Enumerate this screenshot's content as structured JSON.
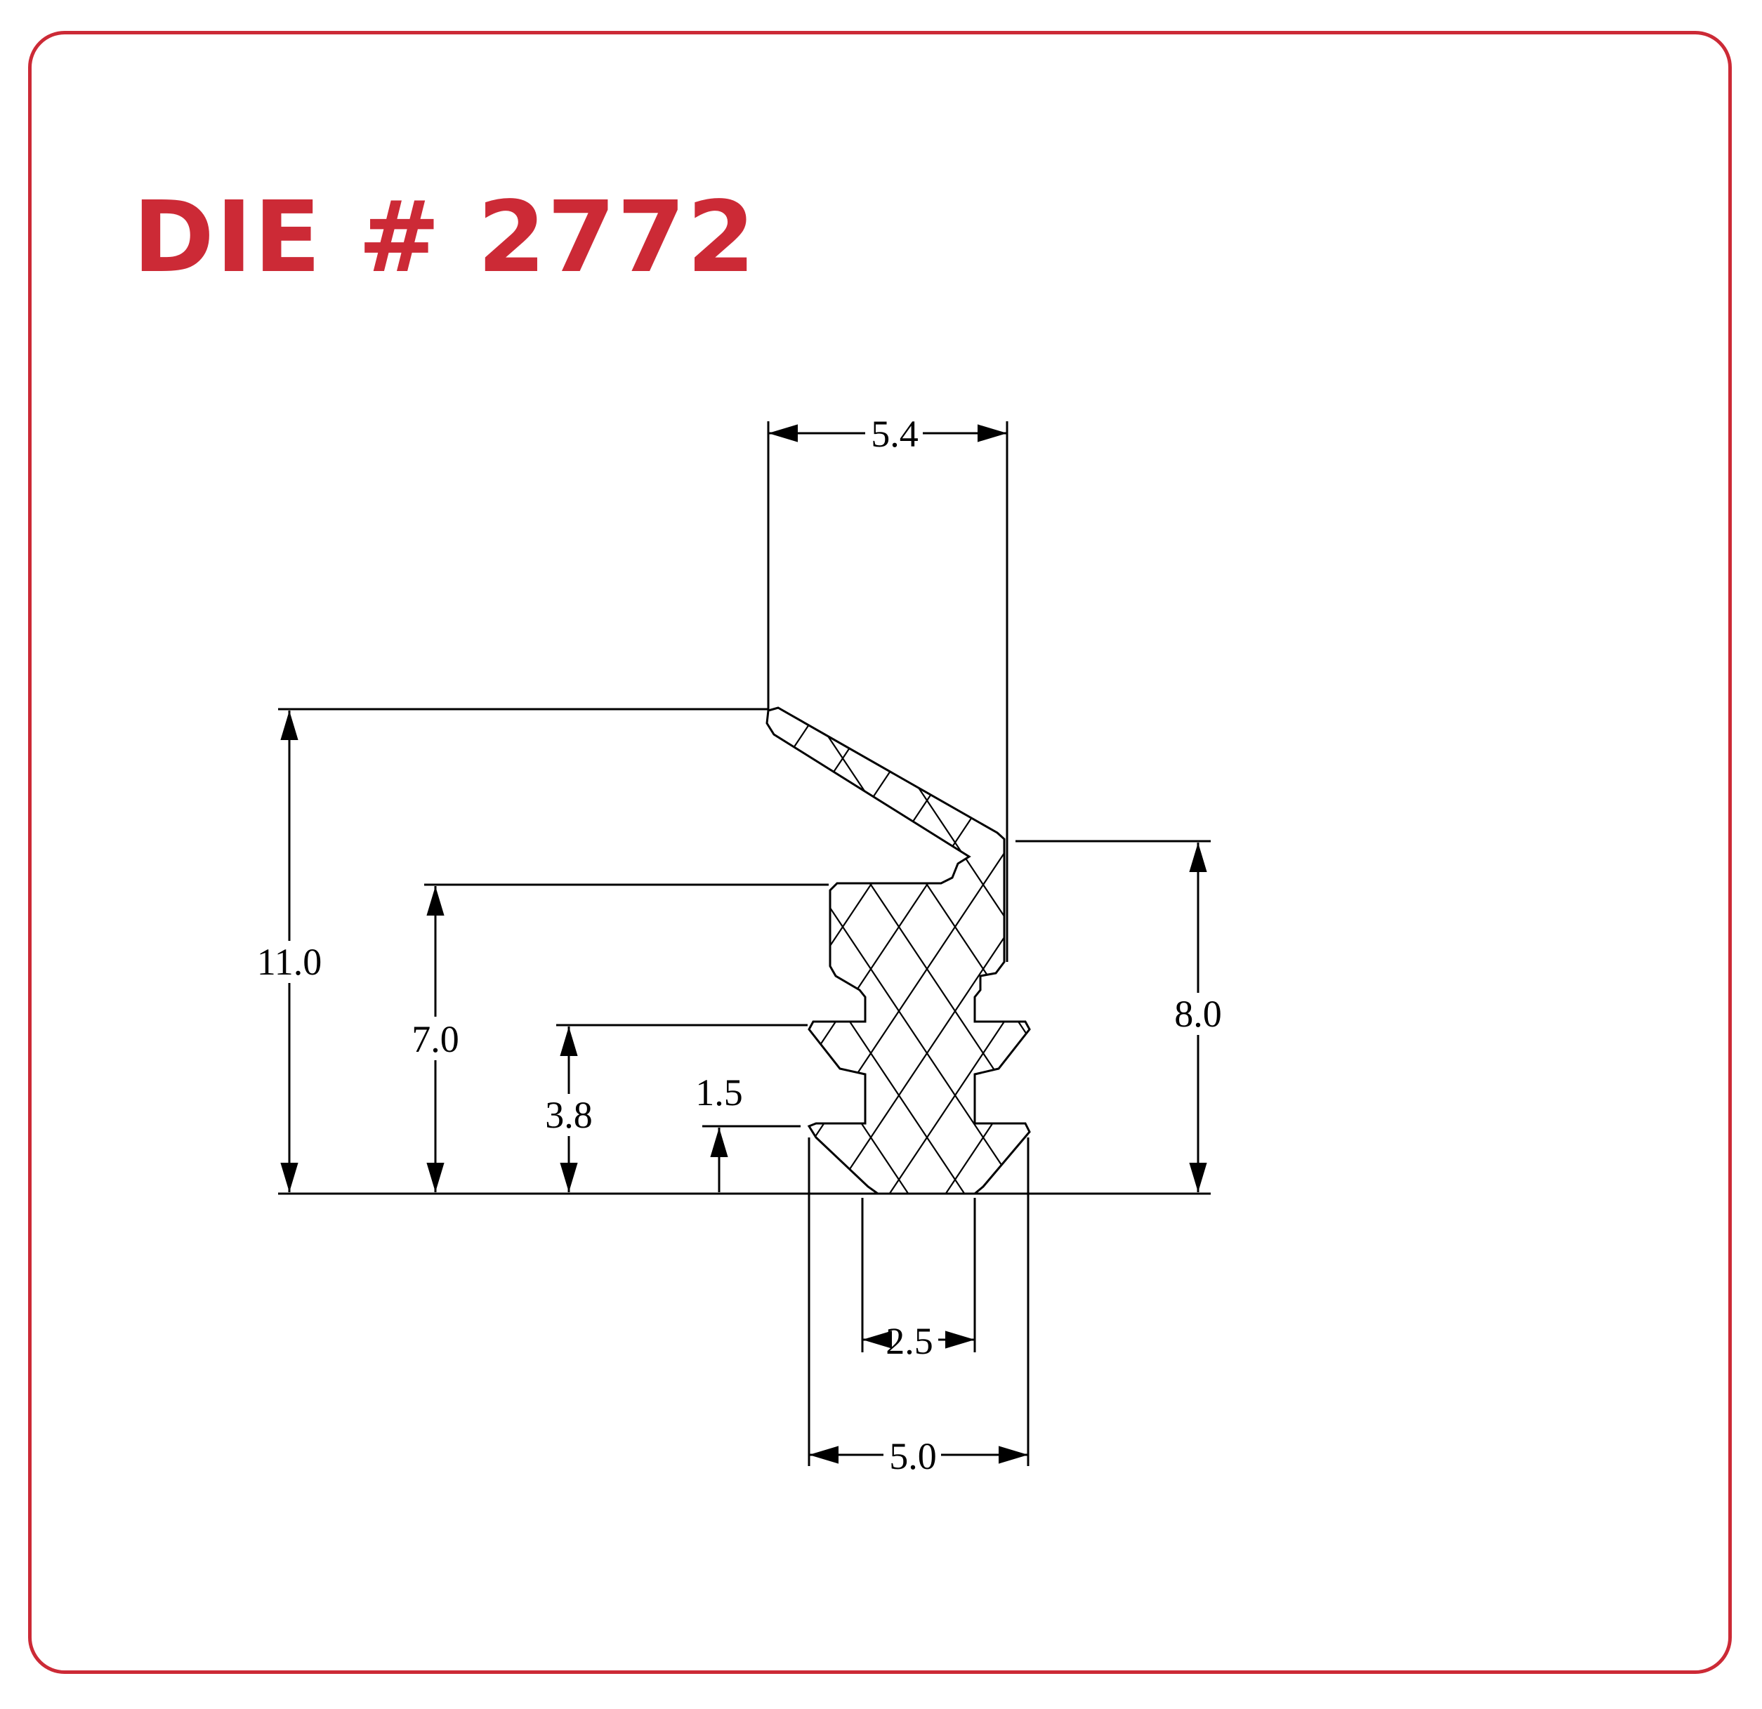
{
  "title": "DIE # 2772",
  "colors": {
    "accent": "#cc2a36",
    "line": "#000000"
  },
  "dimensions": {
    "top_width": "5.4",
    "overall_height": "11.0",
    "height_7": "7.0",
    "height_3_8": "3.8",
    "height_1_5": "1.5",
    "right_height": "8.0",
    "neck_width": "2.5",
    "base_width": "5.0"
  }
}
